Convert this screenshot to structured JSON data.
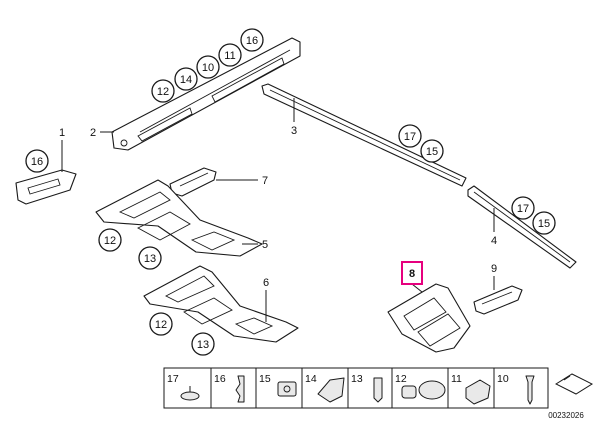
{
  "diagram": {
    "doc_id": "00232026",
    "highlight_part": "8",
    "callouts": {
      "c16_top": "16",
      "c11_top": "11",
      "c10_top": "10",
      "c14_top": "14",
      "c12_top": "12",
      "c16_left": "16",
      "c17_mid": "17",
      "c15_mid": "15",
      "c17_right": "17",
      "c15_right": "15",
      "c12_con1": "12",
      "c13_con1": "13",
      "c12_con2": "12",
      "c13_con2": "13"
    },
    "labels": {
      "p1": "1",
      "p2": "2",
      "p3": "3",
      "p4": "4",
      "p5": "5",
      "p6": "6",
      "p7": "7",
      "p8": "8",
      "p9": "9"
    },
    "legend": [
      {
        "num": "17",
        "icon": "round-clip-icon"
      },
      {
        "num": "16",
        "icon": "spring-clip-icon"
      },
      {
        "num": "15",
        "icon": "square-nut-icon"
      },
      {
        "num": "14",
        "icon": "bracket-clip-icon"
      },
      {
        "num": "13",
        "icon": "u-clip-icon"
      },
      {
        "num": "12",
        "icon": "cap-icon"
      },
      {
        "num": "",
        "icon": "pad-icon"
      },
      {
        "num": "11",
        "icon": "expanding-nut-icon"
      },
      {
        "num": "10",
        "icon": "screw-icon"
      },
      {
        "num": "",
        "icon": "direction-arrow-icon"
      }
    ]
  }
}
